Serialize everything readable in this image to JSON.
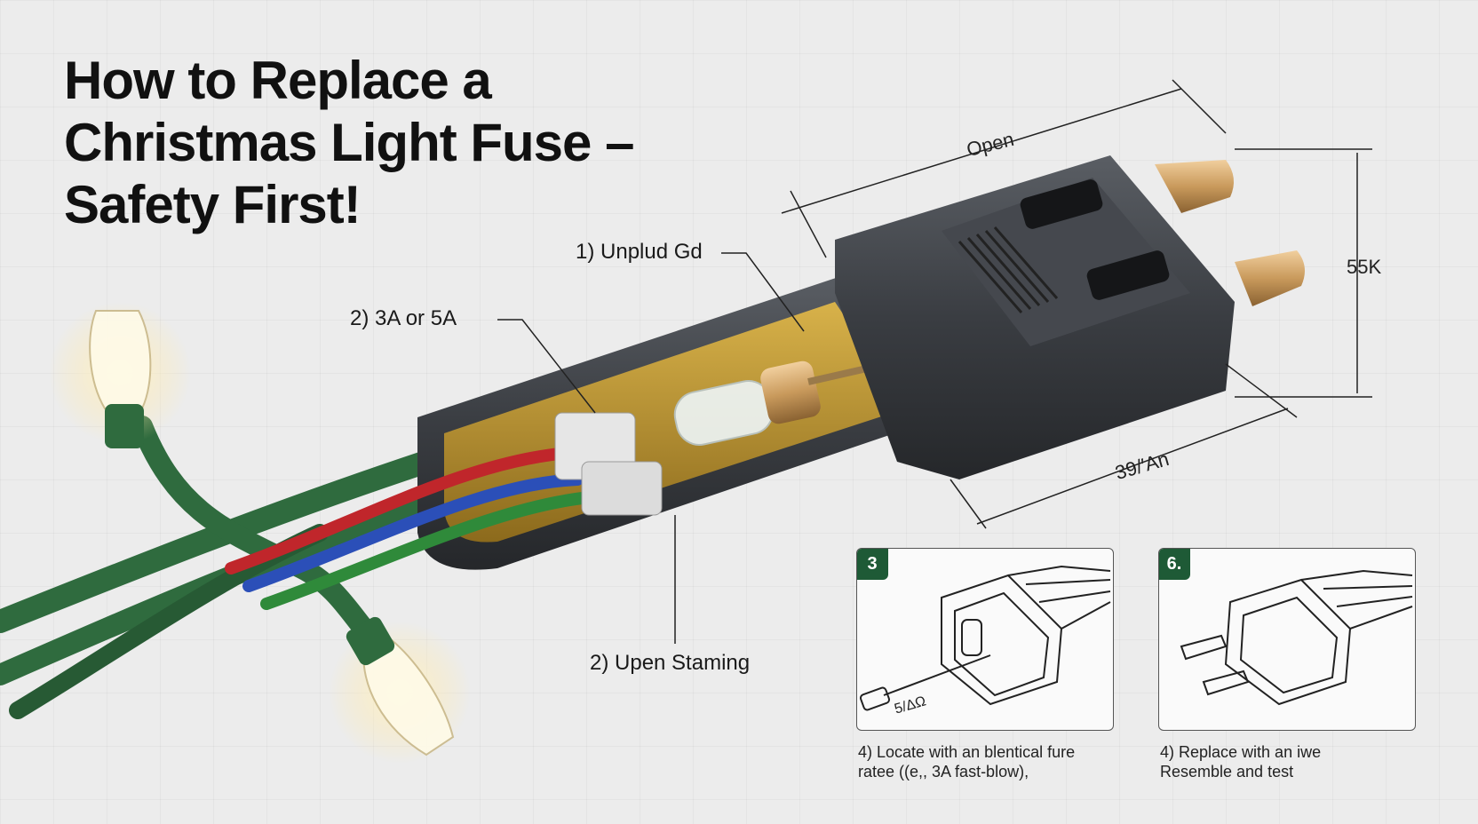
{
  "title": {
    "line1": "How to Replace a",
    "line2": "Christmas Light Fuse –",
    "line3": "Safety First!"
  },
  "labels": {
    "unplug": "1) Unplud Gd",
    "rating": "2) 3A or 5A",
    "open_staming": "2) Upen Staming"
  },
  "dimensions": {
    "top": "Open",
    "right": "55K",
    "bottom": "39/′An"
  },
  "panels": [
    {
      "badge": "3",
      "inset_label": "5/ΔΩ",
      "caption_line1": "4) Locate with an blentical fure",
      "caption_line2": "ratee ((e,, 3A fast-blow),"
    },
    {
      "badge": "6.",
      "caption_line1": "4) Replace with an iwe",
      "caption_line2": "Resemble and test"
    }
  ],
  "colors": {
    "wire_green": "#2f6b3e",
    "wire_red": "#c0262b",
    "wire_blue": "#2b4fb8",
    "plug_body": "#3a3d42",
    "housing_inner": "#b48f2c",
    "prong_brass": "#c99a5c",
    "badge_green": "#1e5a36"
  }
}
